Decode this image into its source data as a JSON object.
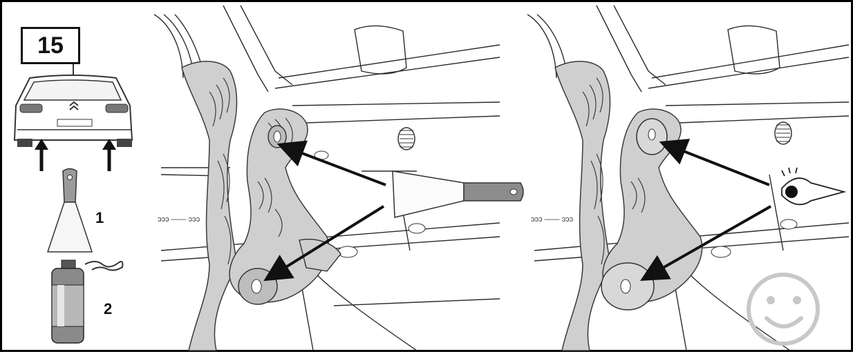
{
  "step_number": "15",
  "tools": [
    {
      "number": "1",
      "icon": "scraper-icon"
    },
    {
      "number": "2",
      "icon": "spray-can-icon"
    }
  ],
  "colors": {
    "sealer": "#cfcfcf",
    "outline": "#2b2b2b",
    "arrow": "#111111",
    "smiley": "#c8c8c8"
  }
}
